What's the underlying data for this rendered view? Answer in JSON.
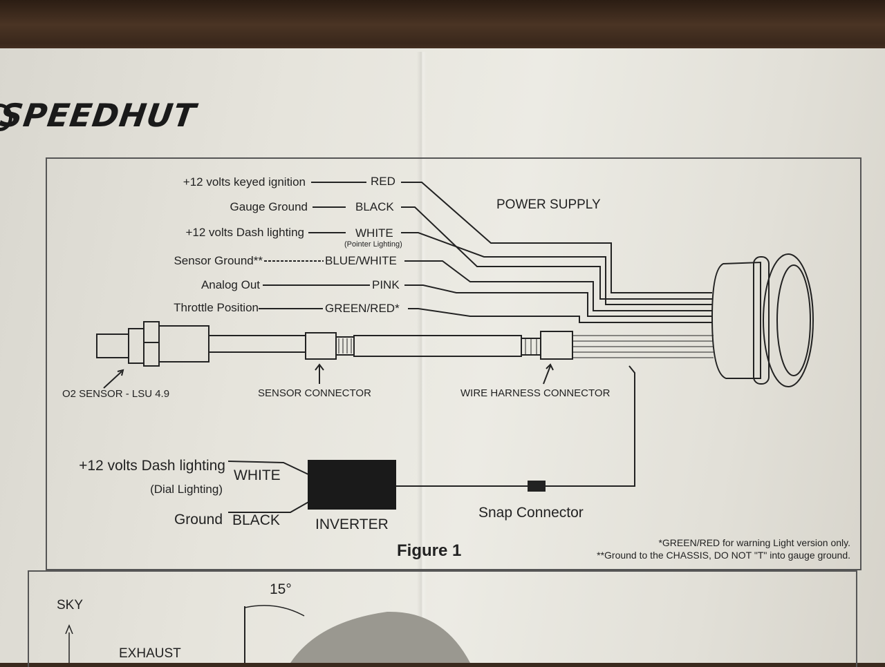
{
  "brand": "SPEEDHUT",
  "power_supply_label": "POWER SUPPLY",
  "wires": [
    {
      "label": "+12 volts keyed ignition",
      "color": "RED"
    },
    {
      "label": "Gauge Ground",
      "color": "BLACK"
    },
    {
      "label": "+12 volts Dash lighting",
      "color": "WHITE",
      "note": "(Pointer Lighting)"
    },
    {
      "label": "Sensor Ground**",
      "color": "BLUE/WHITE"
    },
    {
      "label": "Analog Out",
      "color": "PINK"
    },
    {
      "label": "Throttle Position",
      "color": "GREEN/RED*"
    }
  ],
  "components": {
    "o2_sensor": "O2 SENSOR - LSU 4.9",
    "sensor_connector": "SENSOR CONNECTOR",
    "wire_harness_connector": "WIRE HARNESS CONNECTOR",
    "inverter": "INVERTER",
    "snap_connector": "Snap Connector"
  },
  "dial_lighting": {
    "label": "+12 volts Dash lighting",
    "sub": "(Dial Lighting)",
    "white": "WHITE",
    "ground": "Ground",
    "black": "BLACK"
  },
  "figure_caption": "Figure 1",
  "notes": [
    "*GREEN/RED for warning Light version only.",
    "**Ground to the CHASSIS, DO NOT \"T\" into gauge ground."
  ],
  "lower_figure": {
    "angle": "15°",
    "sky": "SKY",
    "exhaust": "EXHAUST"
  }
}
